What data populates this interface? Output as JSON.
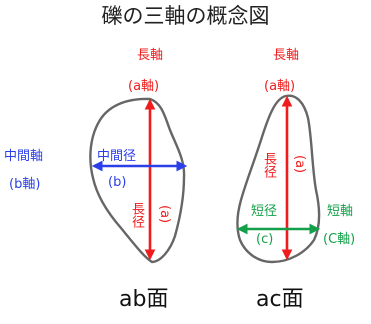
{
  "title": "礫の三軸の概念図",
  "colors": {
    "long_axis": "#ee1c1c",
    "intermediate_axis": "#2b3fe8",
    "short_axis": "#14a04a",
    "outline": "#666666"
  },
  "diagram_ab": {
    "long_axis_label": "長軸",
    "long_axis_sub": "(a軸)",
    "long_diameter_label": "長径",
    "long_diameter_sub": "(a)",
    "intermediate_axis_label": "中間軸",
    "intermediate_axis_sub": "(b軸)",
    "intermediate_diameter_label": "中間径",
    "intermediate_diameter_sub": "(b)",
    "face_label": "ab面"
  },
  "diagram_ac": {
    "long_axis_label": "長軸",
    "long_axis_sub": "(a軸)",
    "long_diameter_label": "長径",
    "long_diameter_sub": "(a)",
    "short_axis_label": "短軸",
    "short_axis_sub": "(C軸)",
    "short_diameter_label": "短径",
    "short_diameter_sub": "(c)",
    "face_label": "ac面"
  }
}
